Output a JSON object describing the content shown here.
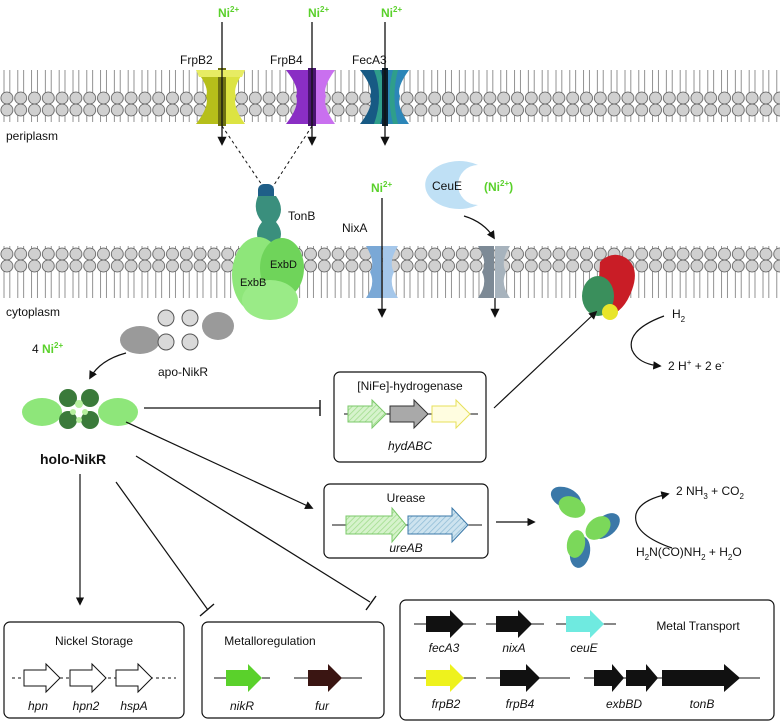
{
  "ions": {
    "ni_base": "Ni",
    "ni_charge": "2+",
    "ceue_ni": "(Ni",
    "ceue_close": ")",
    "nikr_count": "4 "
  },
  "outer_membrane": {
    "compartment_label": "periplasm",
    "transporters": [
      "FrpB2",
      "FrpB4",
      "FecA3"
    ]
  },
  "inner_membrane": {
    "compartment_label": "cytoplasm",
    "tonb": "TonB",
    "exbd": "ExbD",
    "exbb": "ExbB",
    "nixa": "NixA",
    "ceue": "CeuE"
  },
  "nikr": {
    "apo": "apo-NikR",
    "holo": "holo-NikR"
  },
  "hydrogenase": {
    "title": "[NiFe]-hydrogenase",
    "gene": "hydABC",
    "h2": "H",
    "h2_sub": "2",
    "products": "2 H",
    "products_sup": "+",
    "products_mid": " + 2 e",
    "products_sup2": "-"
  },
  "urease": {
    "title": "Urease",
    "gene": "ureAB",
    "nh3_pre": "2 NH",
    "nh3_sub": "3",
    "co2_pre": " + CO",
    "co2_sub": "2",
    "urea_pre": "H",
    "urea_sub1": "2",
    "urea_mid": "N(CO)NH",
    "urea_sub2": "2",
    "urea_plus": " + H",
    "urea_sub3": "2",
    "urea_end": "O"
  },
  "nickel_storage": {
    "title": "Nickel Storage",
    "genes": [
      "hpn",
      "hpn2",
      "hspA"
    ]
  },
  "metalloregulation": {
    "title": "Metalloregulation",
    "genes": [
      "nikR",
      "fur"
    ]
  },
  "metal_transport": {
    "title": "Metal Transport",
    "genes": [
      "fecA3",
      "nixA",
      "ceuE",
      "frpB2",
      "frpB4",
      "exbBD",
      "tonB"
    ]
  },
  "colors": {
    "ni_green": "#5ad12b",
    "frpb2": "#c8d321",
    "frpb4": "#9b3bd6",
    "feca3": "#1f6a99",
    "tonb": "#3a8f7d",
    "exb": "#8ee67a",
    "nixa": "#8fb8e0",
    "ceue": "#bfe0f5",
    "nikr": "#7bd85a",
    "hyd_red": "#d8262e",
    "ure_blue": "#3b78a8"
  }
}
